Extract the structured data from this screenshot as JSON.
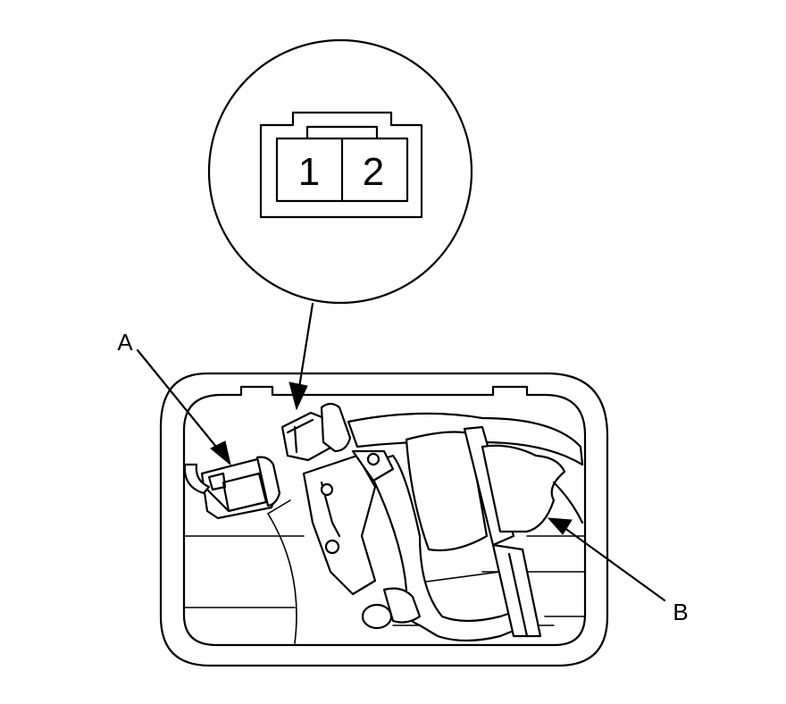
{
  "connector_view": {
    "pin_1": "1",
    "pin_2": "2"
  },
  "callouts": {
    "a": "A",
    "b": "B"
  },
  "colors": {
    "line": "#000000",
    "background": "#ffffff"
  }
}
